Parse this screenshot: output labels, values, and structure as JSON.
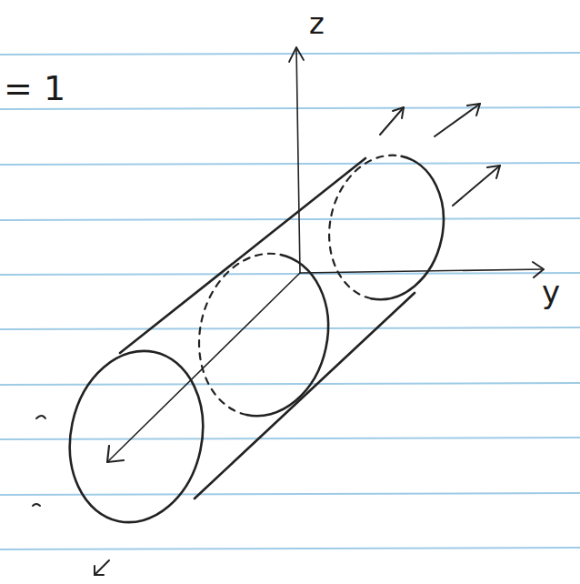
{
  "diagram": {
    "labels": [
      "= 1",
      "z",
      "y"
    ]
  }
}
